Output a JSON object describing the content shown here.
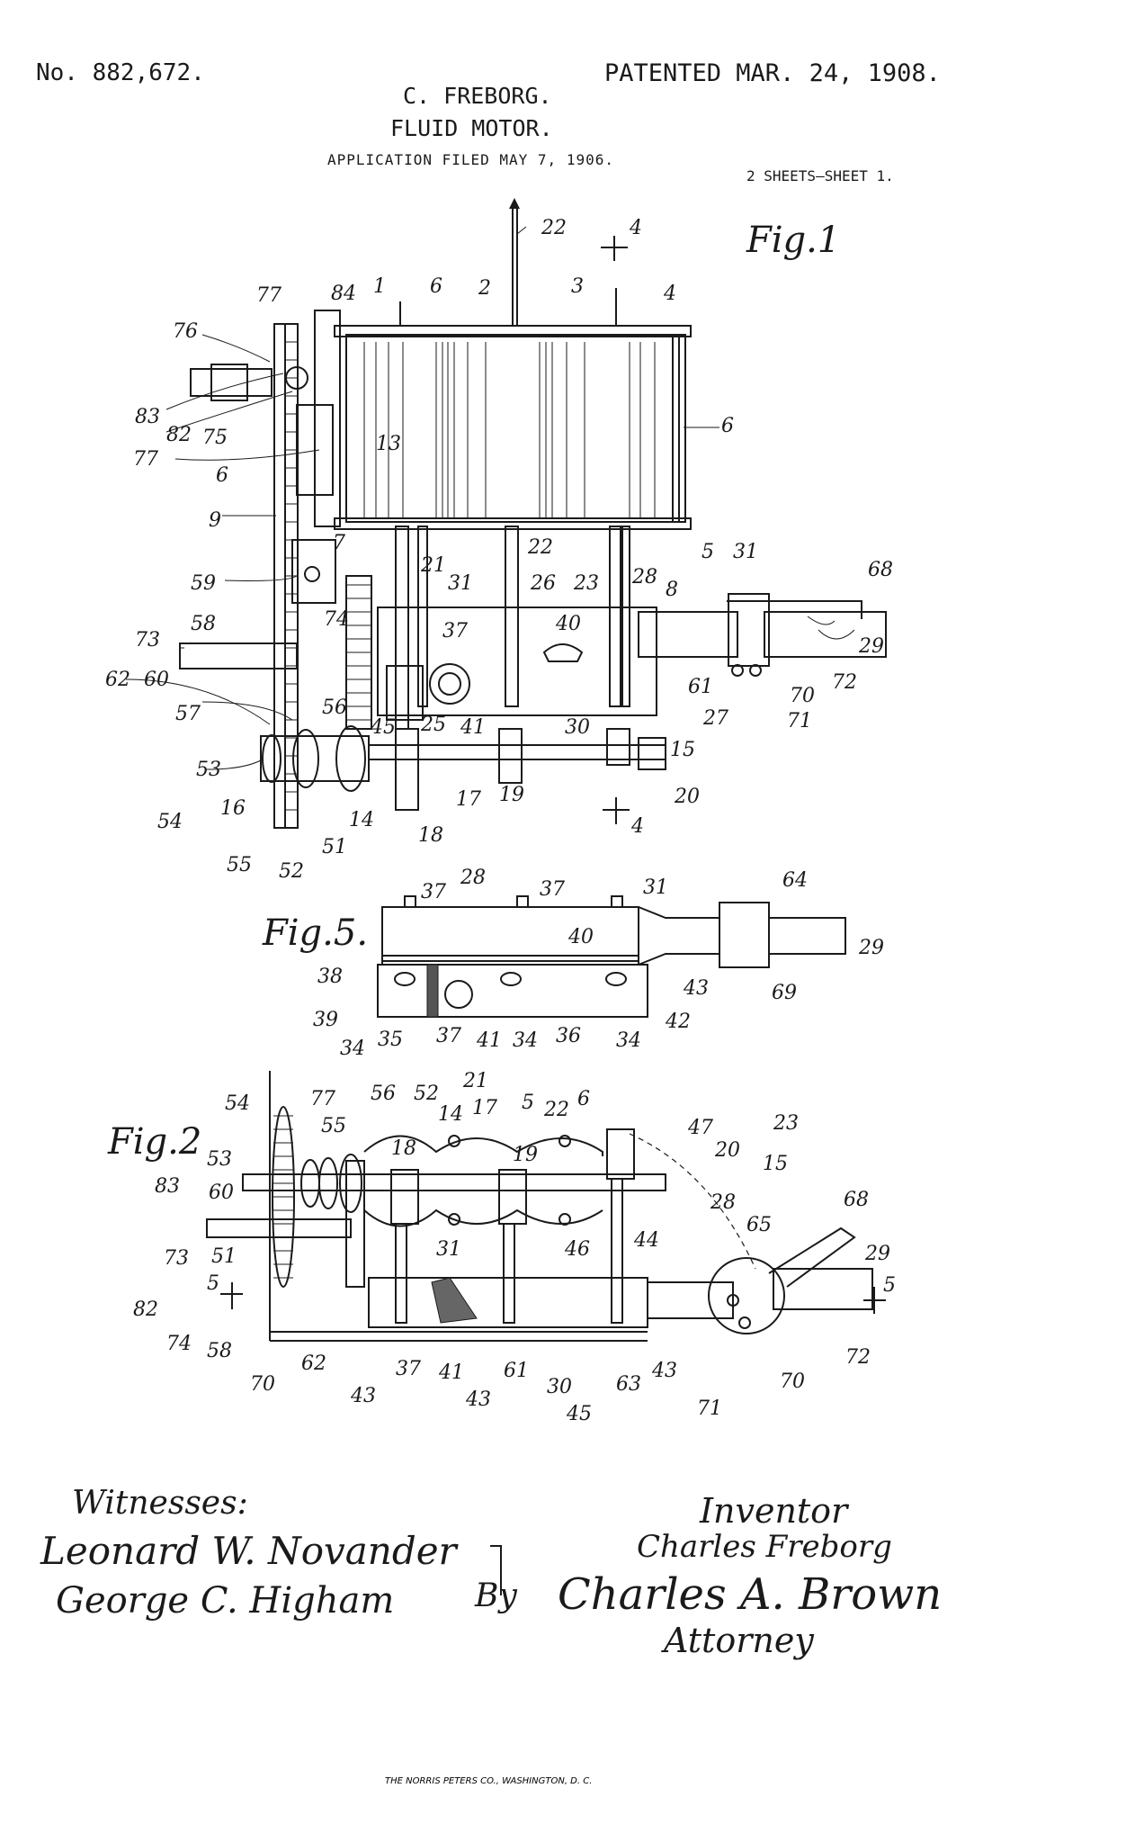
{
  "header": {
    "patent_no": "No. 882,672.",
    "patented": "PATENTED MAR. 24, 1908.",
    "inventor_name": "C. FREBORG.",
    "title": "FLUID MOTOR.",
    "application": "APPLICATION FILED MAY 7, 1906.",
    "sheets": "2 SHEETS—SHEET 1."
  },
  "figures": {
    "fig1": {
      "title": "Fig.1",
      "labels": [
        "22",
        "4",
        "77",
        "84",
        "1",
        "6",
        "2",
        "3",
        "4",
        "76",
        "83",
        "82",
        "75",
        "77",
        "6",
        "13",
        "6",
        "9",
        "7",
        "22",
        "5",
        "31",
        "21",
        "31",
        "26",
        "23",
        "28",
        "8",
        "68",
        "59",
        "58",
        "74",
        "37",
        "40",
        "73",
        "62",
        "60",
        "29",
        "72",
        "61",
        "70",
        "71",
        "57",
        "56",
        "45",
        "25",
        "41",
        "30",
        "27",
        "15",
        "53",
        "19",
        "20",
        "54",
        "16",
        "55",
        "51",
        "14",
        "17",
        "18",
        "52",
        "4"
      ]
    },
    "fig5": {
      "title": "Fig.5.",
      "labels": [
        "37",
        "28",
        "37",
        "31",
        "64",
        "40",
        "29",
        "38",
        "43",
        "69",
        "39",
        "42",
        "34",
        "35",
        "37",
        "41",
        "34",
        "36",
        "34"
      ]
    },
    "fig2": {
      "title": "Fig.2",
      "labels": [
        "54",
        "77",
        "55",
        "56",
        "52",
        "21",
        "14",
        "17",
        "5",
        "22",
        "6",
        "53",
        "18",
        "19",
        "47",
        "20",
        "23",
        "15",
        "83",
        "60",
        "68",
        "28",
        "65",
        "73",
        "51",
        "31",
        "46",
        "44",
        "29",
        "82",
        "5",
        "5",
        "74",
        "58",
        "62",
        "37",
        "41",
        "61",
        "30",
        "63",
        "43",
        "72",
        "70",
        "71",
        "43",
        "43",
        "45",
        "70"
      ]
    }
  },
  "signatures": {
    "witnesses_label": "Witnesses:",
    "witness_1": "Leonard W. Novander",
    "witness_2": "George C. Higham",
    "inventor_label": "Inventor",
    "inventor": "Charles Freborg",
    "by_label": "By",
    "attorney_name": "Charles A. Brown",
    "attorney_label": "Attorney"
  },
  "footer": {
    "printer": "THE NORRIS PETERS CO., WASHINGTON, D. C."
  }
}
